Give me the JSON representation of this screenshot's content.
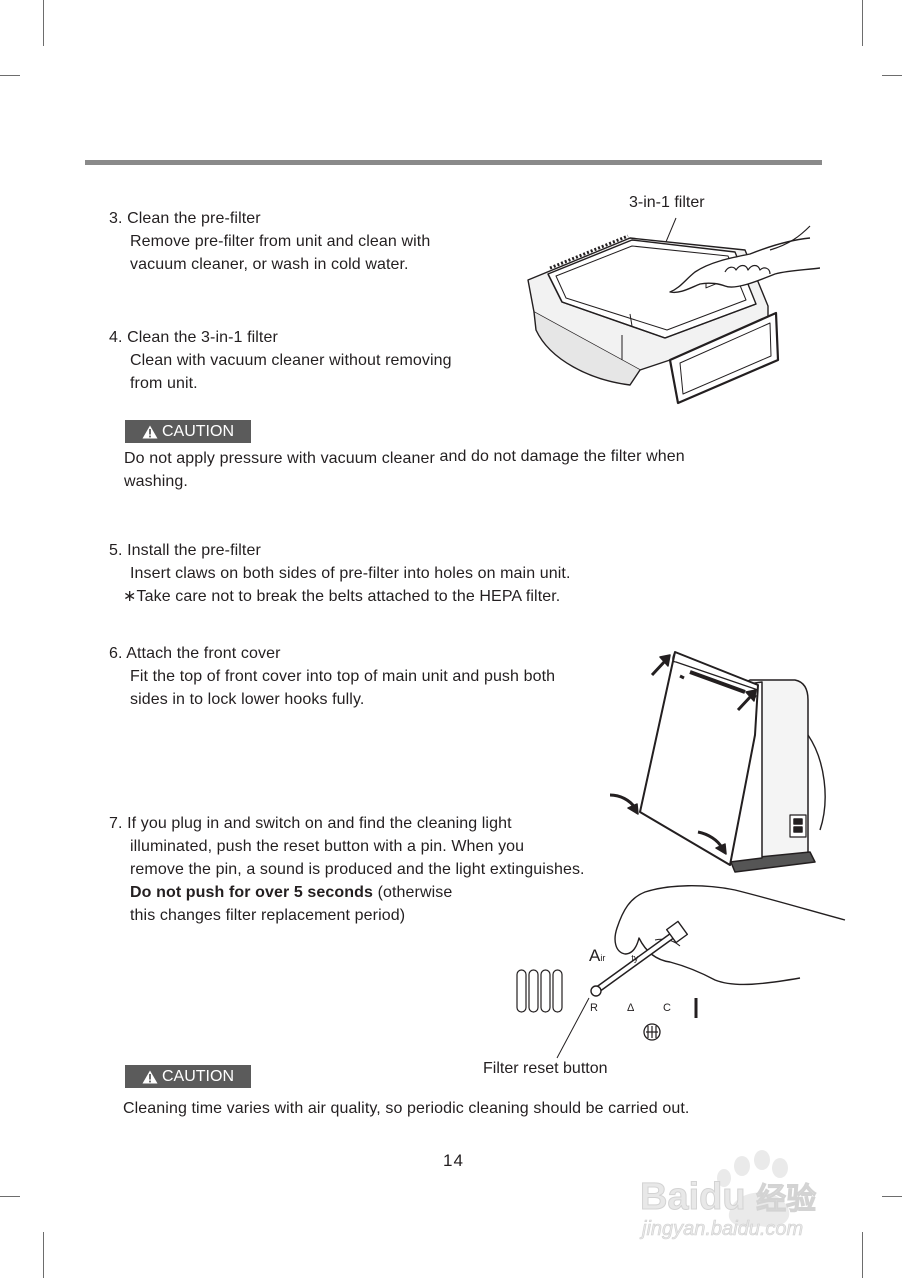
{
  "page_number": "14",
  "steps": [
    {
      "number": "3.",
      "title": "Clean the pre-filter",
      "lines": [
        "Remove pre-filter from unit and clean with",
        "vacuum cleaner, or wash in cold water."
      ]
    },
    {
      "number": "4.",
      "title": "Clean the 3-in-1 filter",
      "lines": [
        "Clean with vacuum cleaner without removing",
        "from unit."
      ]
    },
    {
      "number": "5.",
      "title": "Install the pre-filter",
      "lines": [
        "Insert claws on both sides of pre-filter into holes on main unit.",
        "∗Take care not to break the belts attached to the HEPA filter."
      ]
    },
    {
      "number": "6.",
      "title": "Attach the front cover",
      "lines": [
        "Fit the top of front cover into top of main unit and push both",
        "sides in to lock lower hooks fully."
      ]
    },
    {
      "number": "7.",
      "title": "If you plug in and switch on and find the cleaning light",
      "lines": [
        "illuminated, push the reset button with a pin. When you",
        "remove the pin, a sound is produced and the light extinguishes."
      ],
      "bold_text": "Do not push for over 5 seconds",
      "after_bold": " (otherwise",
      "last_line": "this changes filter replacement period)"
    }
  ],
  "cautions": [
    {
      "label": "CAUTION",
      "text_a": "Do not apply pressure with vacuum cleaner",
      "text_b": "and do not damage the filter when",
      "text_c": "washing."
    },
    {
      "label": "CAUTION",
      "text": "Cleaning time varies with air quality, so periodic cleaning should be carried out."
    }
  ],
  "labels": {
    "filter_label": "3-in-1 filter",
    "reset_label": "Filter reset button"
  },
  "panel": {
    "air_quality_letter": "A",
    "air_quality_small": "ir",
    "air_quality_tail": "ty",
    "button_r": "R",
    "button_triangle": "Δ",
    "button_c": "C"
  },
  "watermark": {
    "brand": "Baidu",
    "brand_cn": "经验",
    "url": "jingyan.baidu.com"
  },
  "icons": [
    "warning-triangle-icon"
  ]
}
